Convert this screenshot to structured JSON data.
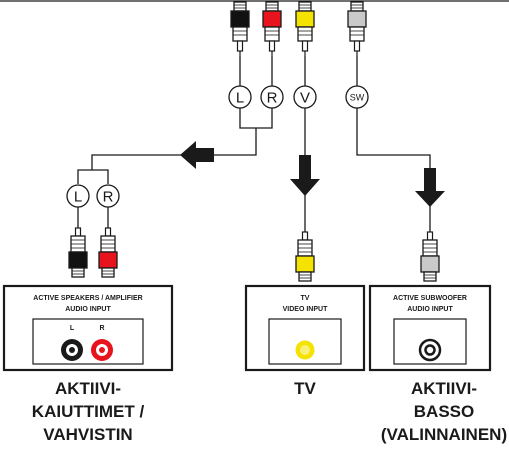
{
  "plugs_top": {
    "labels": {
      "left": "L",
      "right": "R",
      "video": "V",
      "subwoofer": "SW"
    },
    "colors": {
      "left": "#111111",
      "right": "#e8141d",
      "video": "#f4e300",
      "subwoofer": "#c9c9c9"
    }
  },
  "speaker_plug_labels": {
    "left": "L",
    "right": "R"
  },
  "boxes": {
    "speakers": {
      "title": "ACTIVE SPEAKERS / AMPLIFIER",
      "subtitle": "AUDIO INPUT",
      "left": "L",
      "right": "R"
    },
    "tv": {
      "title": "TV",
      "subtitle": "VIDEO INPUT"
    },
    "subwoofer": {
      "title": "ACTIVE SUBWOOFER",
      "subtitle": "AUDIO INPUT"
    }
  },
  "captions": {
    "speakers": [
      "AKTIIVI-",
      "KAIUTTIMET /",
      "VAHVISTIN"
    ],
    "tv": [
      "TV"
    ],
    "subwoofer": [
      "AKTIIVI-",
      "BASSO",
      "(VALINNAINEN)"
    ]
  },
  "accent_colors": {
    "line": "#1a1a1a",
    "jack_red": "#e8141d",
    "jack_yellow": "#f4e300"
  }
}
